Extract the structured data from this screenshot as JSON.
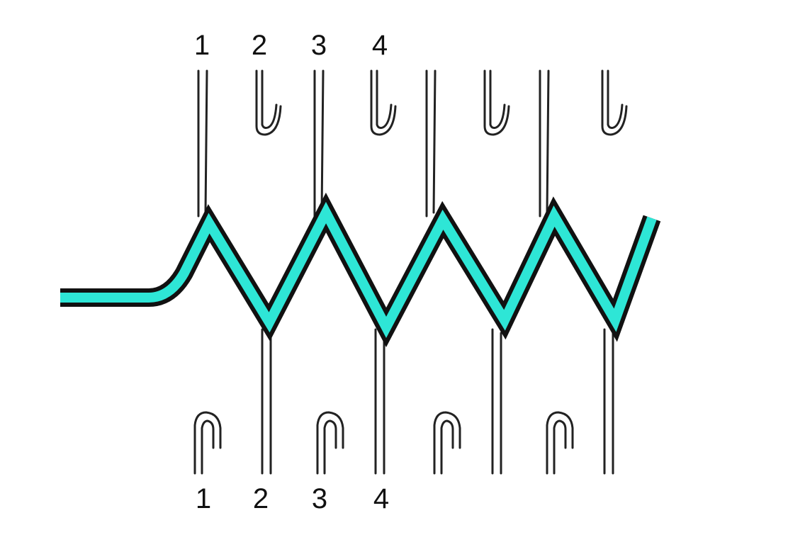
{
  "diagram": {
    "top_labels": [
      "1",
      "2",
      "3",
      "4"
    ],
    "bottom_labels": [
      "1",
      "2",
      "3",
      "4"
    ],
    "colors": {
      "yarn": "#2ee6d6",
      "outline": "#111111"
    },
    "top_needles_raised": 4,
    "top_hooks": 4,
    "bottom_needles_raised": 4,
    "bottom_hooks": 4
  }
}
